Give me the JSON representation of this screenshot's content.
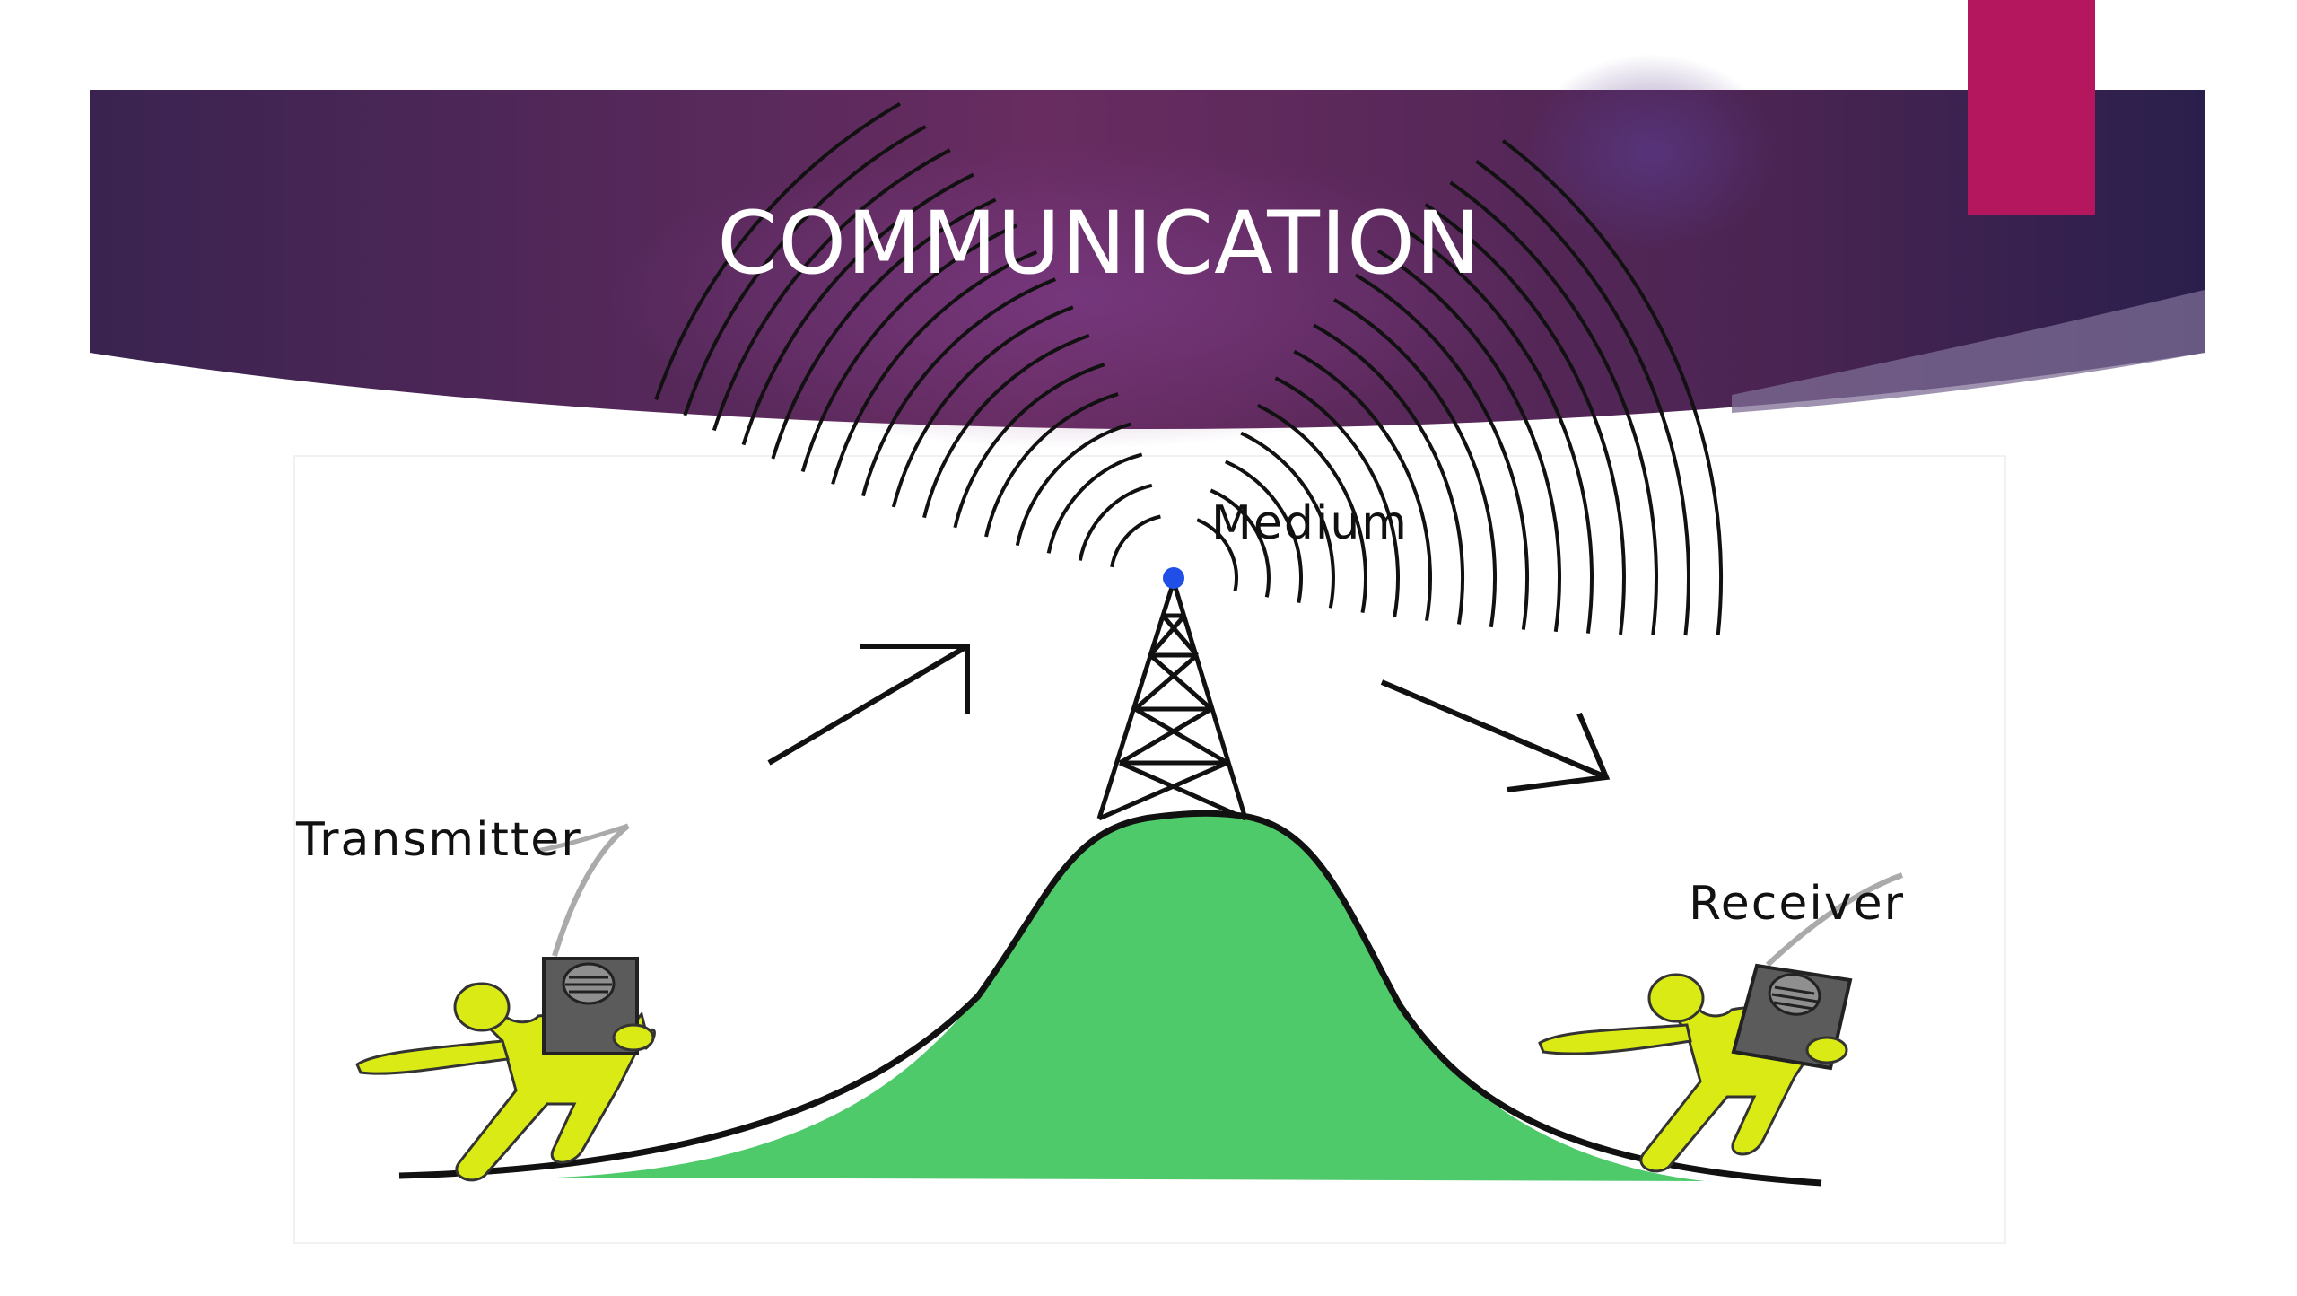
{
  "slide": {
    "title": "COMMUNICATION"
  },
  "diagram": {
    "labels": {
      "medium": "Medium",
      "transmitter": "Transmitter",
      "receiver": "Receiver"
    }
  },
  "colors": {
    "banner_dark": "#2c1f4d",
    "banner_mid": "#6a2c63",
    "accent_tab": "#b5175f",
    "hill": "#4fca6b",
    "person": "#d9ea14",
    "antenna_tip": "#1f4fe6",
    "device": "#5b5b5b"
  }
}
